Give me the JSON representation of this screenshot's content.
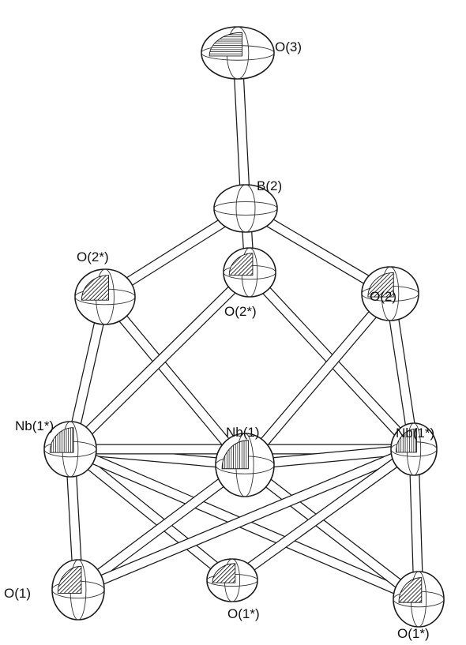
{
  "figure": {
    "atoms": [
      {
        "id": "O3",
        "label": "O(3)"
      },
      {
        "id": "B2",
        "label": "B(2)"
      },
      {
        "id": "O2s_left",
        "label": "O(2*)"
      },
      {
        "id": "O2s_center",
        "label": "O(2*)"
      },
      {
        "id": "O2",
        "label": "O(2)"
      },
      {
        "id": "Nb1s_left",
        "label": "Nb(1*)"
      },
      {
        "id": "Nb1",
        "label": "Nb(1)"
      },
      {
        "id": "Nb1s_right",
        "label": "Nb(1*)"
      },
      {
        "id": "O1",
        "label": "O(1)"
      },
      {
        "id": "O1s_center",
        "label": "O(1*)"
      },
      {
        "id": "O1s_right",
        "label": "O(1*)"
      }
    ],
    "bonds": [
      [
        "O3",
        "B2"
      ],
      [
        "B2",
        "O2s_left"
      ],
      [
        "B2",
        "O2s_center"
      ],
      [
        "B2",
        "O2"
      ],
      [
        "O2s_left",
        "Nb1s_left"
      ],
      [
        "O2s_left",
        "Nb1"
      ],
      [
        "O2s_center",
        "Nb1s_left"
      ],
      [
        "O2s_center",
        "Nb1s_right"
      ],
      [
        "O2",
        "Nb1"
      ],
      [
        "O2",
        "Nb1s_right"
      ],
      [
        "Nb1s_left",
        "Nb1"
      ],
      [
        "Nb1s_left",
        "Nb1s_right"
      ],
      [
        "Nb1",
        "Nb1s_right"
      ],
      [
        "Nb1s_left",
        "O1"
      ],
      [
        "Nb1s_left",
        "O1s_center"
      ],
      [
        "Nb1s_left",
        "O1s_right"
      ],
      [
        "Nb1",
        "O1"
      ],
      [
        "Nb1",
        "O1s_right"
      ],
      [
        "Nb1s_right",
        "O1"
      ],
      [
        "Nb1s_right",
        "O1s_center"
      ],
      [
        "Nb1s_right",
        "O1s_right"
      ]
    ]
  }
}
